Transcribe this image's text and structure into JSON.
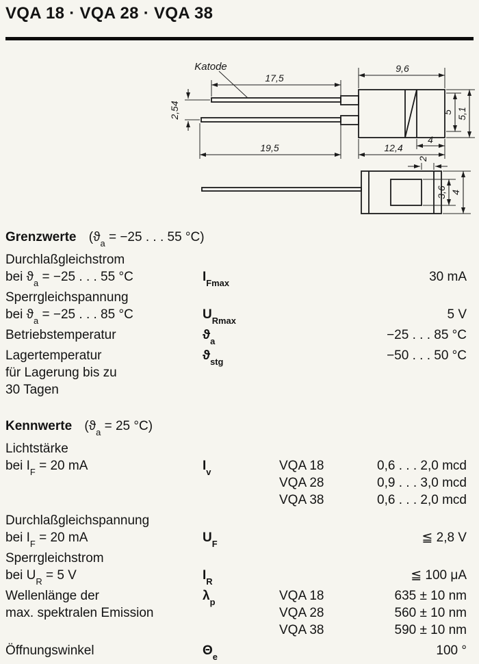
{
  "header": {
    "title": "VQA 18 · VQA 28 · VQA 38"
  },
  "drawing": {
    "katode_label": "Katode",
    "dims": {
      "lead_top_length": "17,5",
      "body_width": "9,6",
      "lead_pitch": "2,54",
      "inner_height": "5",
      "body_height": "5,1",
      "tip_width": "4",
      "lead_bottom_length": "19,5",
      "body_length": "12,4",
      "notch_width": "2",
      "window_height": "3,6",
      "front_height": "4"
    }
  },
  "grenzwerte": {
    "heading": "Grenzwerte",
    "cond": {
      "pre": "(ϑ",
      "sub": "a",
      "post": " = −25 . . . 55 °C)"
    },
    "rows": [
      {
        "l1": {
          "pre": "Durchlaßgleichstrom"
        },
        "l2": {
          "pre": "bei ϑ",
          "sub": "a",
          "post": " = −25 . . . 55 °C"
        },
        "sym": {
          "pre": "I",
          "sub": "Fmax"
        },
        "value": "30 mA"
      },
      {
        "l1": {
          "pre": "Sperrgleichspannung"
        },
        "l2": {
          "pre": "bei ϑ",
          "sub": "a",
          "post": " = −25 . . . 85 °C"
        },
        "sym": {
          "pre": "U",
          "sub": "Rmax"
        },
        "value": "5 V"
      },
      {
        "l1": {
          "pre": "Betriebstemperatur"
        },
        "sym": {
          "pre": "ϑ",
          "sub": "a"
        },
        "value": "−25 . . . 85 °C"
      },
      {
        "l1": {
          "pre": "Lagertemperatur"
        },
        "l2": {
          "pre": "für Lagerung bis zu"
        },
        "l3": {
          "pre": "30 Tagen"
        },
        "sym": {
          "pre": "ϑ",
          "sub": "stg"
        },
        "value": "−50 . . . 50 °C"
      }
    ]
  },
  "kennwerte": {
    "heading": "Kennwerte",
    "cond": {
      "pre": "(ϑ",
      "sub": "a",
      "post": " = 25 °C)"
    },
    "rows": [
      {
        "l1": {
          "pre": "Lichtstärke"
        },
        "l2": {
          "pre": "bei I",
          "sub": "F",
          "post": " = 20 mA"
        },
        "sym": {
          "pre": "I",
          "sub": "v"
        },
        "variants": [
          {
            "name": "VQA 18",
            "value": "0,6 . . . 2,0 mcd"
          },
          {
            "name": "VQA 28",
            "value": "0,9 . . . 3,0 mcd"
          },
          {
            "name": "VQA 38",
            "value": "0,6 . . . 2,0 mcd"
          }
        ]
      },
      {
        "l1": {
          "pre": "Durchlaßgleichspannung"
        },
        "l2": {
          "pre": "bei I",
          "sub": "F",
          "post": " = 20 mA"
        },
        "sym": {
          "pre": "U",
          "sub": "F"
        },
        "value": "≦ 2,8 V"
      },
      {
        "l1": {
          "pre": "Sperrgleichstrom"
        },
        "l2": {
          "pre": "bei U",
          "sub": "R",
          "post": " = 5 V"
        },
        "sym": {
          "pre": "I",
          "sub": "R"
        },
        "value": "≦ 100 μA"
      },
      {
        "l1": {
          "pre": "Wellenlänge der"
        },
        "l2": {
          "pre": "max. spektralen Emission"
        },
        "sym": {
          "pre": "λ",
          "sub": "p"
        },
        "variants": [
          {
            "name": "VQA 18",
            "value": "635 ± 10 nm"
          },
          {
            "name": "VQA 28",
            "value": "560 ± 10 nm"
          },
          {
            "name": "VQA 38",
            "value": "590 ± 10 nm"
          }
        ]
      },
      {
        "l1": {
          "pre": "Öffnungswinkel"
        },
        "sym": {
          "pre": "Θ",
          "sub": "e"
        },
        "value": "100 °"
      }
    ]
  }
}
